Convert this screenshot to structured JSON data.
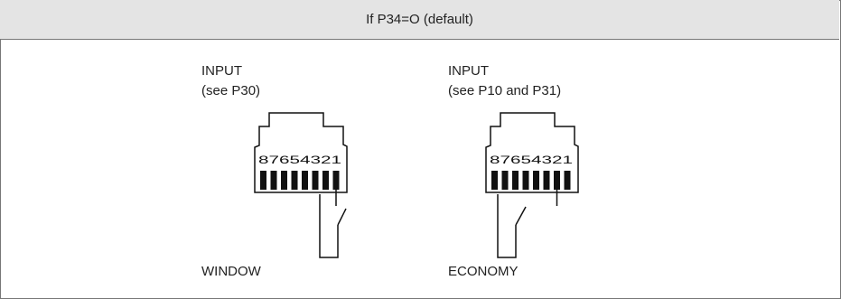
{
  "header": {
    "title": "If P34=O (default)"
  },
  "connectors": [
    {
      "input_title": "INPUT",
      "input_note": "(see P30)",
      "pin_numbers": "87654321",
      "output_label": "WINDOW",
      "switch_pin": 1
    },
    {
      "input_title": "INPUT",
      "input_note": "(see P10 and P31)",
      "pin_numbers": "87654321",
      "output_label": "ECONOMY",
      "switch_pin": 2
    }
  ]
}
